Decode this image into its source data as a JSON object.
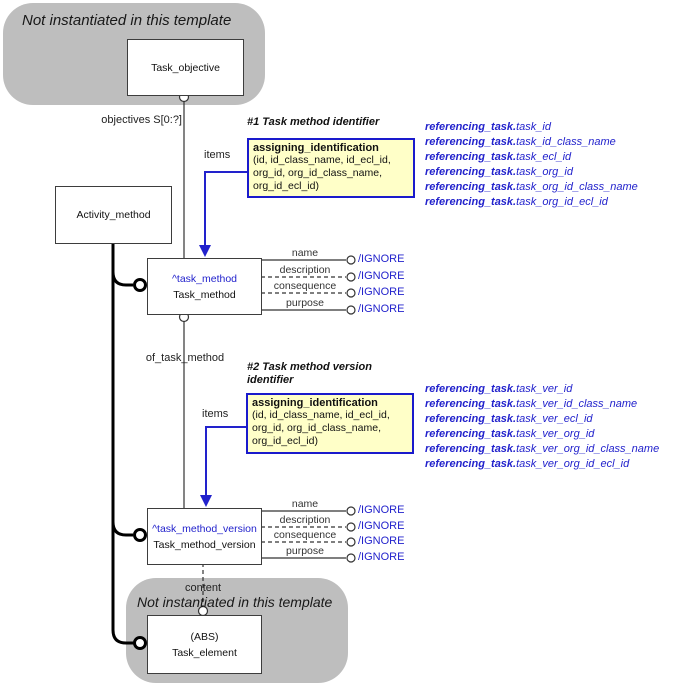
{
  "colors": {
    "accent_blue": "#2222cc",
    "template_box_fill": "#ffffc8",
    "template_box_border": "#1a1acc",
    "blob_gray": "#bebebe",
    "line_dark": "#333333"
  },
  "regions": {
    "top_label": "Not instantiated in this template",
    "bottom_label": "Not instantiated in this template"
  },
  "nodes": {
    "task_objective": {
      "label": "Task_objective"
    },
    "activity_method": {
      "label": "Activity_method"
    },
    "task_method": {
      "instance": "^task_method",
      "type": "Task_method"
    },
    "task_method_version": {
      "instance": "^task_method_version",
      "type": "Task_method_version"
    },
    "task_element": {
      "modifier": "(ABS)",
      "type": "Task_element"
    }
  },
  "relations": {
    "objectives": "objectives S[0:?]",
    "of_task_method": "of_task_method",
    "content": "content",
    "items_1": "items",
    "items_2": "items"
  },
  "identifier1": {
    "header": "#1 Task method identifier",
    "template": "assigning_identification",
    "params": [
      "(id, id_class_name, id_ecl_id,",
      "org_id, org_id_class_name,",
      "org_id_ecl_id)"
    ],
    "bindings": [
      {
        "prefix": "referencing_task.",
        "suffix": "task_id"
      },
      {
        "prefix": "referencing_task.",
        "suffix": "task_id_class_name"
      },
      {
        "prefix": "referencing_task.",
        "suffix": "task_ecl_id"
      },
      {
        "prefix": "referencing_task.",
        "suffix": "task_org_id"
      },
      {
        "prefix": "referencing_task.",
        "suffix": "task_org_id_class_name"
      },
      {
        "prefix": "referencing_task.",
        "suffix": "task_org_id_ecl_id"
      }
    ]
  },
  "identifier2": {
    "header_line1": "#2 Task method version",
    "header_line2": "identifier",
    "template": "assigning_identification",
    "params": [
      "(id, id_class_name, id_ecl_id,",
      "org_id, org_id_class_name,",
      "org_id_ecl_id)"
    ],
    "bindings": [
      {
        "prefix": "referencing_task.",
        "suffix": "task_ver_id"
      },
      {
        "prefix": "referencing_task.",
        "suffix": "task_ver_id_class_name"
      },
      {
        "prefix": "referencing_task.",
        "suffix": "task_ver_ecl_id"
      },
      {
        "prefix": "referencing_task.",
        "suffix": "task_ver_org_id"
      },
      {
        "prefix": "referencing_task.",
        "suffix": "task_ver_org_id_class_name"
      },
      {
        "prefix": "referencing_task.",
        "suffix": "task_ver_org_id_ecl_id"
      }
    ]
  },
  "attributes": {
    "task_method": [
      {
        "label": "name",
        "ignore": "/IGNORE"
      },
      {
        "label": "description",
        "ignore": "/IGNORE"
      },
      {
        "label": "consequence",
        "ignore": "/IGNORE"
      },
      {
        "label": "purpose",
        "ignore": "/IGNORE"
      }
    ],
    "task_method_version": [
      {
        "label": "name",
        "ignore": "/IGNORE"
      },
      {
        "label": "description",
        "ignore": "/IGNORE"
      },
      {
        "label": "consequence",
        "ignore": "/IGNORE"
      },
      {
        "label": "purpose",
        "ignore": "/IGNORE"
      }
    ]
  }
}
